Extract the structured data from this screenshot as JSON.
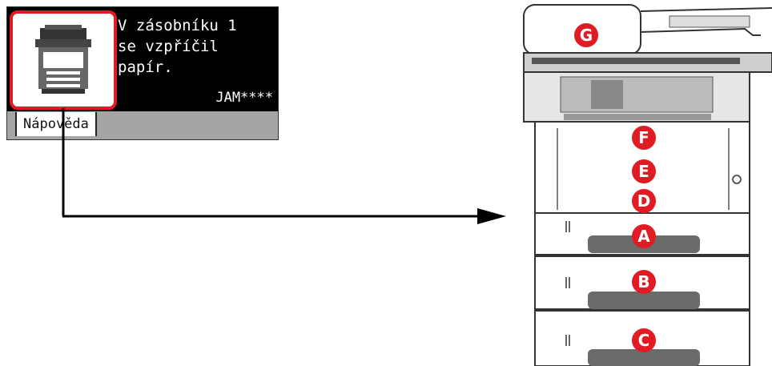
{
  "lcd": {
    "lines": [
      "V zásobníku 1",
      "se vzpříčil",
      "papír."
    ],
    "code": "JAM****",
    "help_button": "Nápověda",
    "icon": "printer-icon"
  },
  "printer": {
    "markers": [
      "G",
      "F",
      "E",
      "D",
      "A",
      "B",
      "C"
    ]
  },
  "colors": {
    "accent": "#e11b23"
  }
}
